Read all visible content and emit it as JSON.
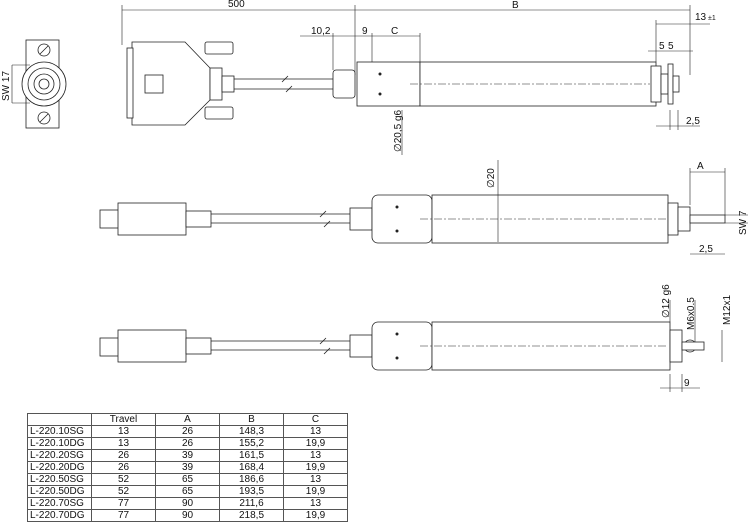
{
  "drawing": {
    "dim_500": "500",
    "dim_b": "B",
    "dim_13": "13",
    "dim_13_tol": "±1",
    "dim_10_2": "10,2",
    "dim_9_top": "9",
    "dim_c": "C",
    "dim_5a": "5",
    "dim_5b": "5",
    "dim_2_5_top": "2,5",
    "dia_20_5": "∅20,5 g6",
    "sw_17": "SW 17",
    "dim_a": "A",
    "dia_20": "∅20",
    "sw_7": "SW 7",
    "dim_2_5_mid": "2,5",
    "dia_12": "∅12 g6",
    "thread_m6": "M6x0.5",
    "thread_m12": "M12x1",
    "dim_9_bottom": "9"
  },
  "table": {
    "headers": [
      "",
      "Travel",
      "A",
      "B",
      "C"
    ],
    "rows": [
      [
        "L-220.10SG",
        "13",
        "26",
        "148,3",
        "13"
      ],
      [
        "L-220.10DG",
        "13",
        "26",
        "155,2",
        "19,9"
      ],
      [
        "L-220.20SG",
        "26",
        "39",
        "161,5",
        "13"
      ],
      [
        "L-220.20DG",
        "26",
        "39",
        "168,4",
        "19,9"
      ],
      [
        "L-220.50SG",
        "52",
        "65",
        "186,6",
        "13"
      ],
      [
        "L-220.50DG",
        "52",
        "65",
        "193,5",
        "19,9"
      ],
      [
        "L-220.70SG",
        "77",
        "90",
        "211,6",
        "13"
      ],
      [
        "L-220.70DG",
        "77",
        "90",
        "218,5",
        "19,9"
      ]
    ]
  }
}
